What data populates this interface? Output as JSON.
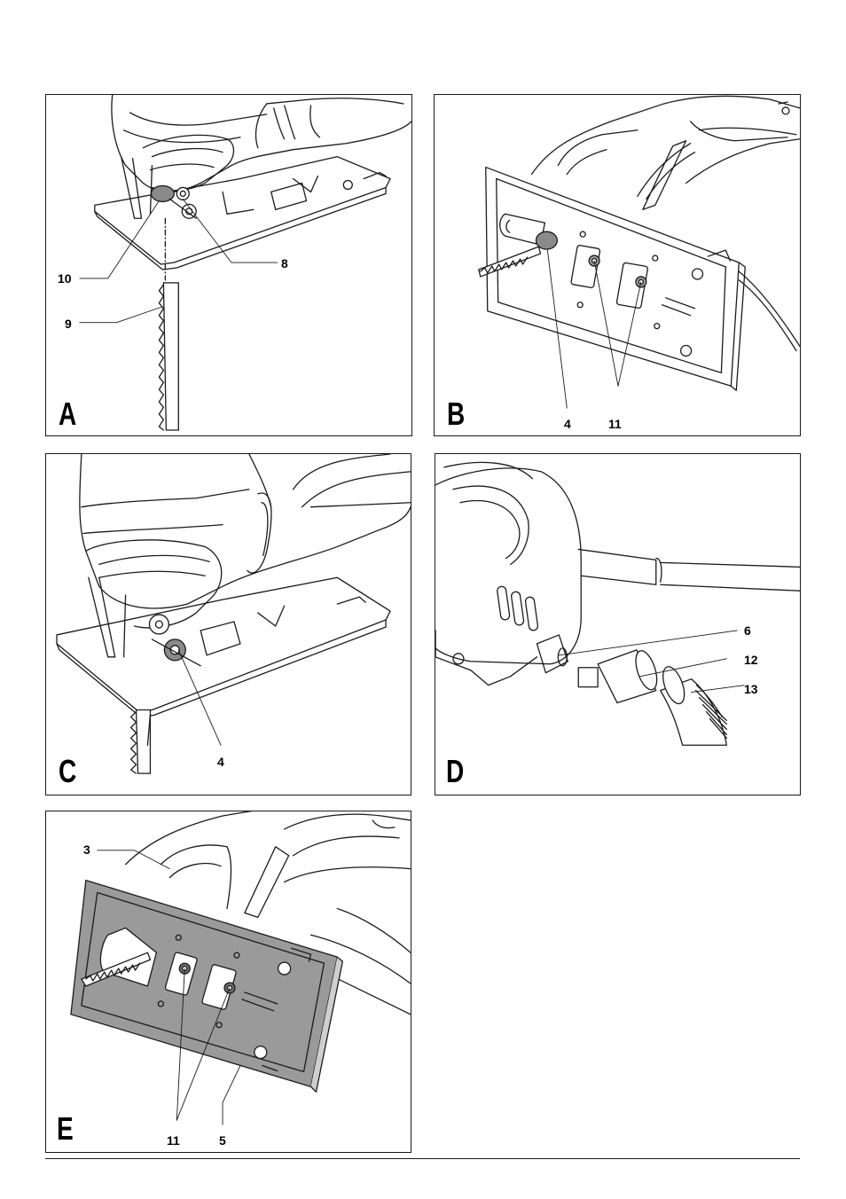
{
  "panels": {
    "a": {
      "letter": "A",
      "callouts": {
        "c10": "10",
        "c8": "8",
        "c9": "9"
      }
    },
    "b": {
      "letter": "B",
      "callouts": {
        "c4": "4",
        "c11": "11"
      }
    },
    "c": {
      "letter": "C",
      "callouts": {
        "c4": "4"
      }
    },
    "d": {
      "letter": "D",
      "callouts": {
        "c6": "6",
        "c12": "12",
        "c13": "13"
      }
    },
    "e": {
      "letter": "E",
      "callouts": {
        "c3": "3",
        "c11": "11",
        "c5": "5"
      }
    }
  },
  "colors": {
    "line": "#1a1a1a",
    "plate_fill": "#9a9a9a",
    "body_fill": "#ffffff"
  },
  "icons": {
    "a": "jigsaw-blade-clamp-illustration",
    "b": "jigsaw-baseplate-underside-illustration",
    "c": "jigsaw-blade-release-illustration",
    "d": "dust-extraction-adapter-illustration",
    "e": "baseplate-removal-illustration"
  }
}
